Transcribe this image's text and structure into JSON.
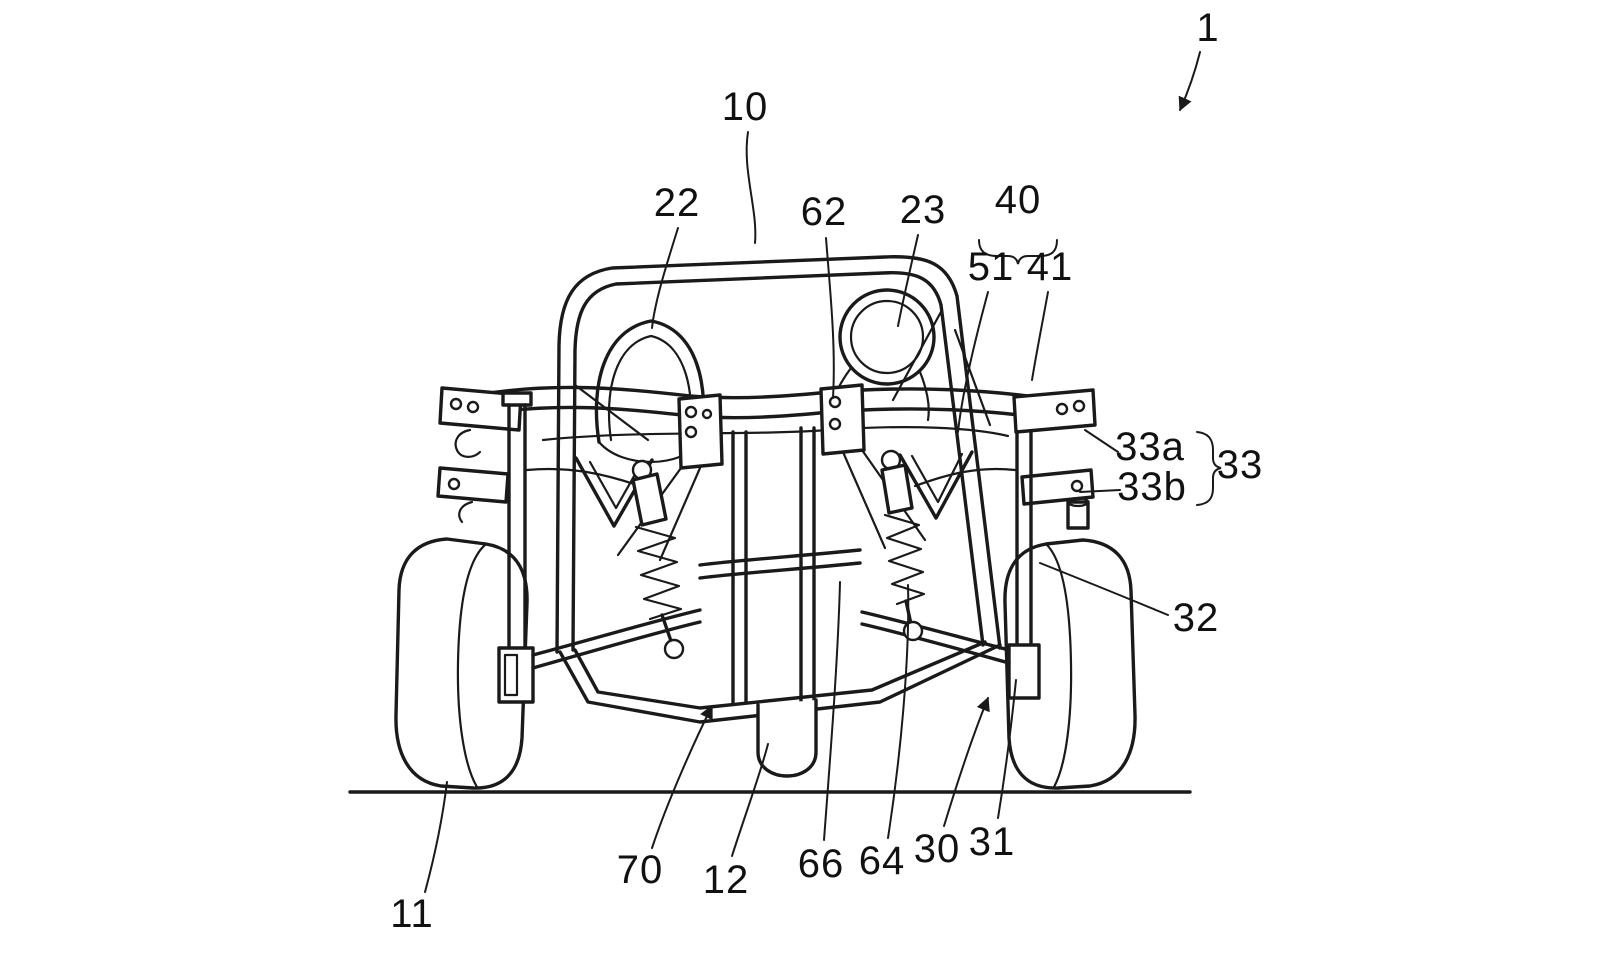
{
  "figure": {
    "kind": "patent line drawing",
    "description": "Rear view of an off-road vehicle tube frame with wheels, roll cage, shock absorbers and numbered reference leaders"
  },
  "colors": {
    "ink": "#1a1a1a",
    "background": "#ffffff"
  },
  "labels": [
    {
      "text": "1"
    },
    {
      "text": "10"
    },
    {
      "text": "22"
    },
    {
      "text": "62"
    },
    {
      "text": "23"
    },
    {
      "text": "40"
    },
    {
      "text": "51"
    },
    {
      "text": "41"
    },
    {
      "text": "33a"
    },
    {
      "text": "33b"
    },
    {
      "text": "33"
    },
    {
      "text": "32"
    },
    {
      "text": "70"
    },
    {
      "text": "12"
    },
    {
      "text": "66"
    },
    {
      "text": "64"
    },
    {
      "text": "30"
    },
    {
      "text": "31"
    },
    {
      "text": "11"
    }
  ]
}
